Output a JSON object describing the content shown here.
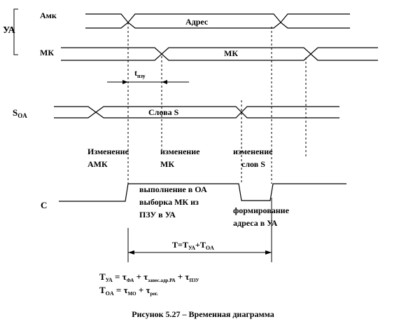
{
  "group_label": "УА",
  "signals": {
    "amk": {
      "label": "Амк",
      "value": "Адрес"
    },
    "mk": {
      "label": "МК",
      "value": "МК"
    },
    "soa": {
      "label_main": "S",
      "label_sub": "OA",
      "value": "Слова S"
    },
    "c": {
      "label": "C"
    }
  },
  "setup_time": {
    "main": "t",
    "sub": "пзу"
  },
  "events": [
    {
      "line1": "Изменение",
      "line2": "АМК"
    },
    {
      "line1": "изменение",
      "line2": "МК"
    },
    {
      "line1": "изменение",
      "line2": "слов S"
    }
  ],
  "phases": [
    {
      "line1": "выполнение в ОА",
      "line2": "выборка МК из",
      "line3": "ПЗУ в УА"
    },
    {
      "line1": "формирование",
      "line2": "адреса в УА"
    }
  ],
  "period": {
    "t1": "T=T",
    "s1": "УА",
    "t2": "+T",
    "s2": "OA"
  },
  "formula_ua": {
    "lhs": "T",
    "lhs_sub": "УА",
    "p1": " = τ",
    "s1": "ФА",
    "p2": " + τ",
    "s2": "завес.адр.РА",
    "p3": " + τ",
    "s3": "ПЗУ"
  },
  "formula_oa": {
    "lhs": "T",
    "lhs_sub": "OA",
    "p1": " = τ",
    "s1": "МО",
    "p2": " + τ",
    "s2": "рег."
  },
  "caption": "Рисунок 5.27 – Временная диаграмма"
}
